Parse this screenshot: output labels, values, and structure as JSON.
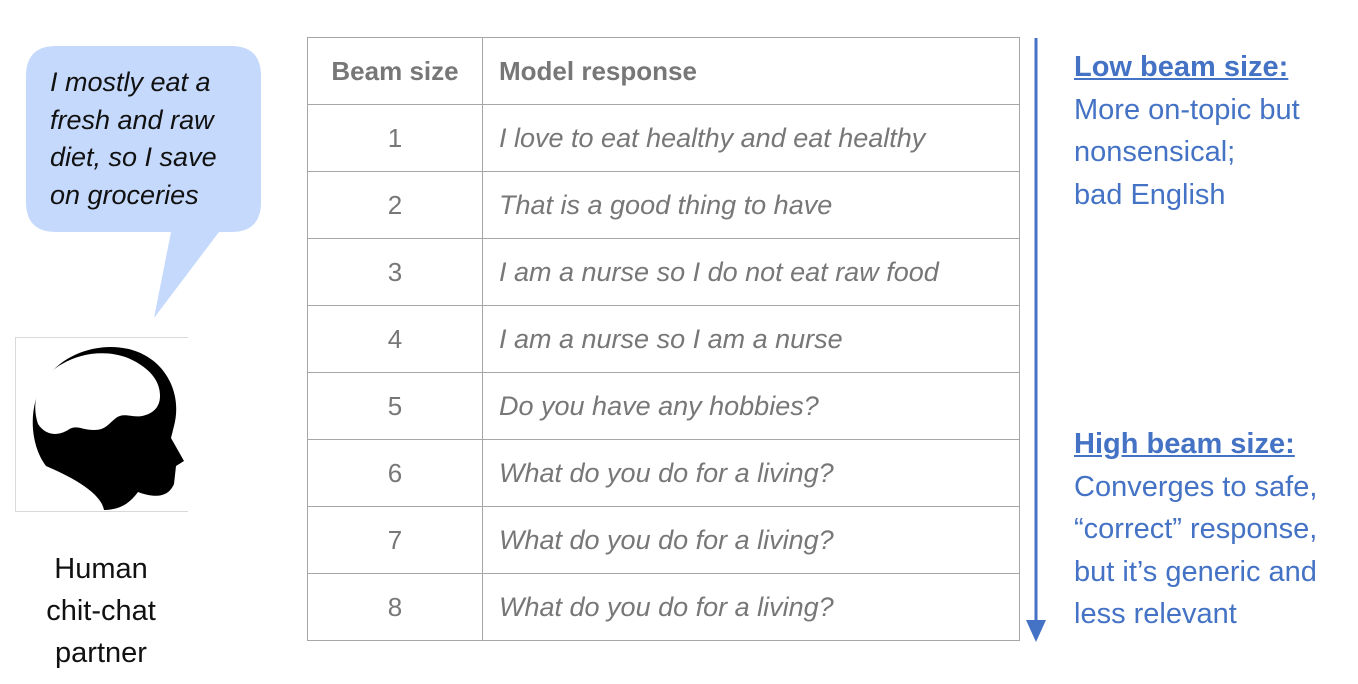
{
  "bubble": {
    "lines": [
      "I mostly eat a",
      "fresh and raw",
      "diet, so I save",
      "on groceries"
    ]
  },
  "head_icon": "human-head-brain-icon",
  "caption": [
    "Human",
    "chit-chat",
    "partner"
  ],
  "table": {
    "headers": [
      "Beam size",
      "Model response"
    ],
    "rows": [
      {
        "beam": "1",
        "response": "I love to eat healthy and eat healthy"
      },
      {
        "beam": "2",
        "response": "That is a good thing to have"
      },
      {
        "beam": "3",
        "response": "I am a nurse so I do not eat raw food"
      },
      {
        "beam": "4",
        "response": "I am a nurse so I am a nurse"
      },
      {
        "beam": "5",
        "response": "Do you have any hobbies?"
      },
      {
        "beam": "6",
        "response": "What do you do for a living?"
      },
      {
        "beam": "7",
        "response": "What do you do for a living?"
      },
      {
        "beam": "8",
        "response": "What do you do for a living?"
      }
    ]
  },
  "annotations": {
    "low": {
      "heading": "Low beam size:",
      "lines": [
        "More on-topic but",
        "nonsensical;",
        "bad English"
      ]
    },
    "high": {
      "heading": "High beam size:",
      "lines": [
        "Converges to safe,",
        "“correct” response,",
        "but it’s generic and",
        "less relevant"
      ]
    }
  },
  "colors": {
    "bubble_fill": "#c5d9fc",
    "accent_blue": "#4472c4",
    "table_text": "#777777",
    "table_border": "#a6a6a6"
  }
}
